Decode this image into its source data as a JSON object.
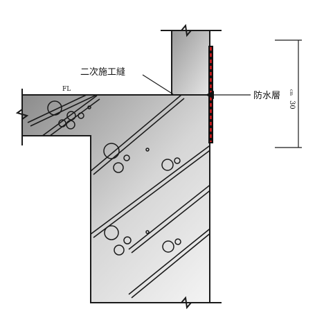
{
  "labels": {
    "joint": "二次施工縫",
    "floor": "FL",
    "waterproof": "防水層",
    "dimension": "30",
    "dimension_unit": "cm"
  },
  "colors": {
    "concrete_light": "#f2f2f2",
    "concrete_dark": "#8c8c8c",
    "outline": "#1a1a1a",
    "waterproof_black": "#111111",
    "waterproof_red": "#e0191c"
  }
}
